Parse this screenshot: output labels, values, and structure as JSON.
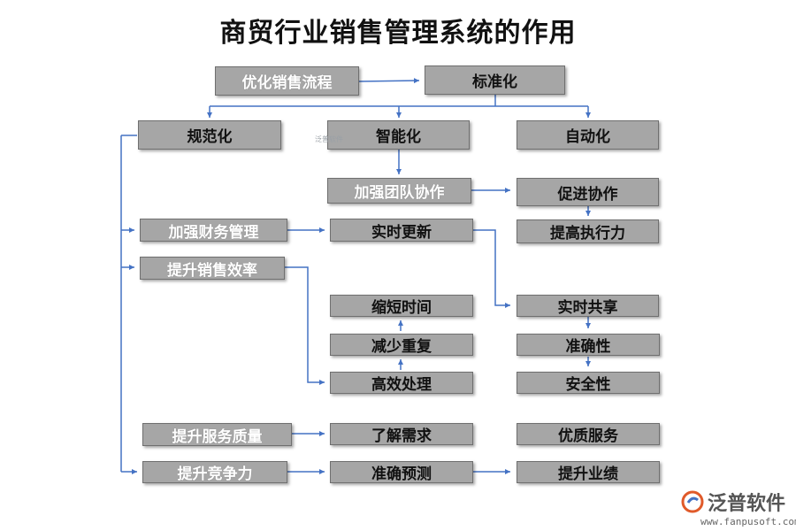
{
  "title": "商贸行业销售管理系统的作用",
  "nodes": {
    "optimize_flow": "优化销售流程",
    "standardize": "标准化",
    "regularize": "规范化",
    "intelligent": "智能化",
    "automation": "自动化",
    "team_collab": "加强团队协作",
    "promote_collab": "促进协作",
    "execution": "提高执行力",
    "finance": "加强财务管理",
    "realtime_update": "实时更新",
    "sales_efficiency": "提升销售效率",
    "shorten_time": "缩短时间",
    "reduce_repeat": "减少重复",
    "efficient_process": "高效处理",
    "realtime_share": "实时共享",
    "accuracy": "准确性",
    "security": "安全性",
    "service_quality": "提升服务质量",
    "understand_needs": "了解需求",
    "quality_service": "优质服务",
    "competitiveness": "提升竞争力",
    "accurate_forecast": "准确预测",
    "performance": "提升业绩"
  },
  "watermark": "泛普软件",
  "logo": {
    "name": "泛普软件",
    "url": "www.fanpusoft.com"
  },
  "colors": {
    "box_fill": "#a6a6a6",
    "line": "#4472c4",
    "logo_accent": "#e05a2a"
  }
}
